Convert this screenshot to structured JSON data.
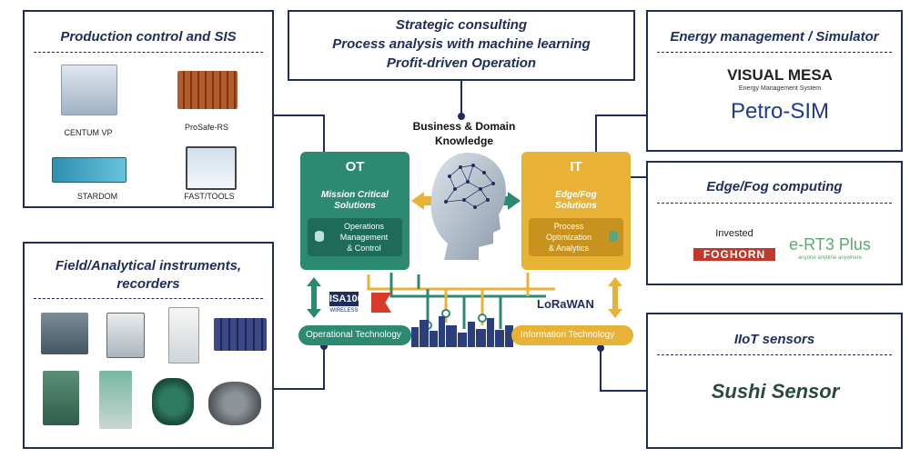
{
  "strategic": {
    "line1": "Strategic consulting",
    "line2": "Process analysis with machine learning",
    "line3": "Profit-driven Operation"
  },
  "production": {
    "title": "Production control and SIS",
    "items": [
      "CENTUM VP",
      "ProSafe-RS",
      "STARDOM",
      "FAST/TOOLS"
    ]
  },
  "field": {
    "title_line1": "Field/Analytical instruments,",
    "title_line2": "recorders"
  },
  "energy": {
    "title": "Energy management / Simulator",
    "visual_mesa": "VISUAL MESA",
    "visual_mesa_sub": "Energy Management System",
    "petrosim": "Petro-SIM"
  },
  "edge": {
    "title": "Edge/Fog computing",
    "invested": "Invested",
    "foghorn": "FOGHORN",
    "ert3": "e-RT3 Plus",
    "ert3_sub": "anyone anytime anywhere"
  },
  "iiot": {
    "title": "IIoT sensors",
    "sushi": "Sushi Sensor"
  },
  "center": {
    "bdk_line1": "Business & Domain",
    "bdk_line2": "Knowledge",
    "ot_label": "OT",
    "ot_sub_line1": "Mission Critical",
    "ot_sub_line2": "Solutions",
    "ot_inner_line1": "Operations",
    "ot_inner_line2": "Management",
    "ot_inner_line3": "& Control",
    "it_label": "IT",
    "it_sub_line1": "Edge/Fog",
    "it_sub_line2": "Solutions",
    "it_inner_line1": "Process",
    "it_inner_line2": "Optimization",
    "it_inner_line3": "& Analytics",
    "ot_bar": "Operational Technology",
    "it_bar": "Information Technology",
    "isa_logo": "ISA100",
    "isa_sub": "WIRELESS",
    "lorawan": "LoRaWAN"
  },
  "colors": {
    "navy": "#1f2d5c",
    "ot_green": "#2c8a73",
    "it_yellow": "#e7b235"
  }
}
